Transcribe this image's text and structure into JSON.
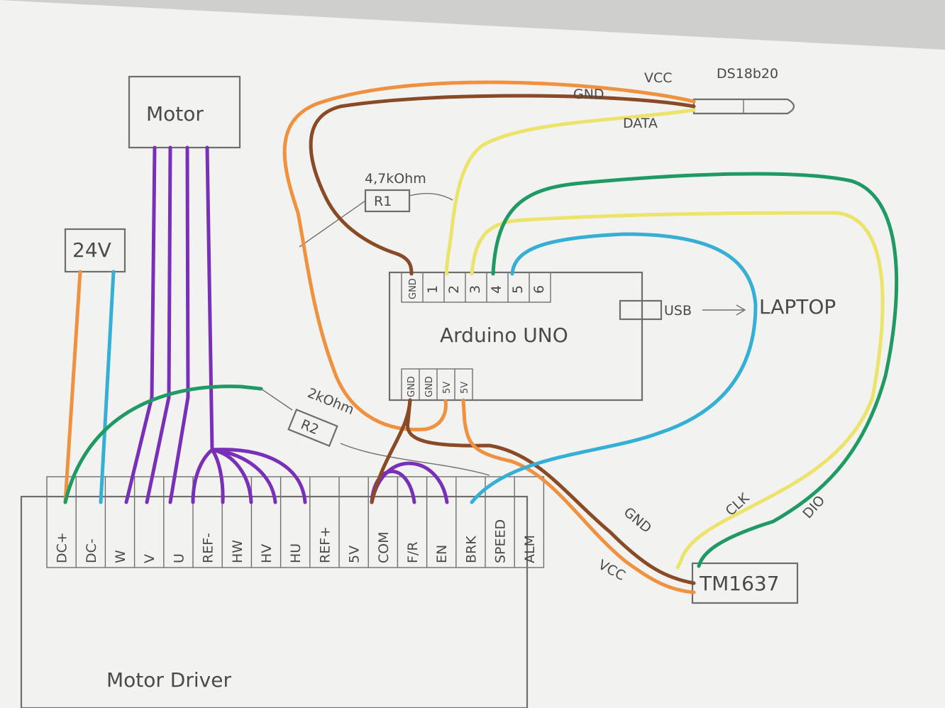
{
  "components": {
    "motor": "Motor",
    "power": "24V",
    "arduino": "Arduino UNO",
    "driver": "Motor Driver",
    "sensor": "DS18b20",
    "display": "TM1637",
    "laptop": "LAPTOP",
    "usb": "USB",
    "r1": "R1",
    "r1_value": "4,7kOhm",
    "r2": "R2",
    "r2_value": "2kOhm"
  },
  "arduino_top_pins": [
    "GND",
    "1",
    "2",
    "3",
    "4",
    "5",
    "6"
  ],
  "arduino_bottom_pins": [
    "GND",
    "GND",
    "5V",
    "5V"
  ],
  "driver_pins": [
    "DC+",
    "DC-",
    "W",
    "V",
    "U",
    "REF-",
    "HW",
    "HV",
    "HU",
    "REF+",
    "5V",
    "COM",
    "F/R",
    "EN",
    "BRK",
    "SPEED",
    "ALM"
  ],
  "wire_labels": {
    "sensor_vcc": "VCC",
    "sensor_gnd": "GND",
    "sensor_data": "DATA",
    "display_gnd": "GND",
    "display_vcc": "VCC",
    "display_clk": "CLK",
    "display_dio": "DIO"
  },
  "colors": {
    "purple": "#7a2fb8",
    "orange": "#f0913f",
    "brown": "#8a4a25",
    "yellow": "#ece36a",
    "green": "#1f9a64",
    "blue": "#35afd6",
    "gray": "#777777"
  }
}
